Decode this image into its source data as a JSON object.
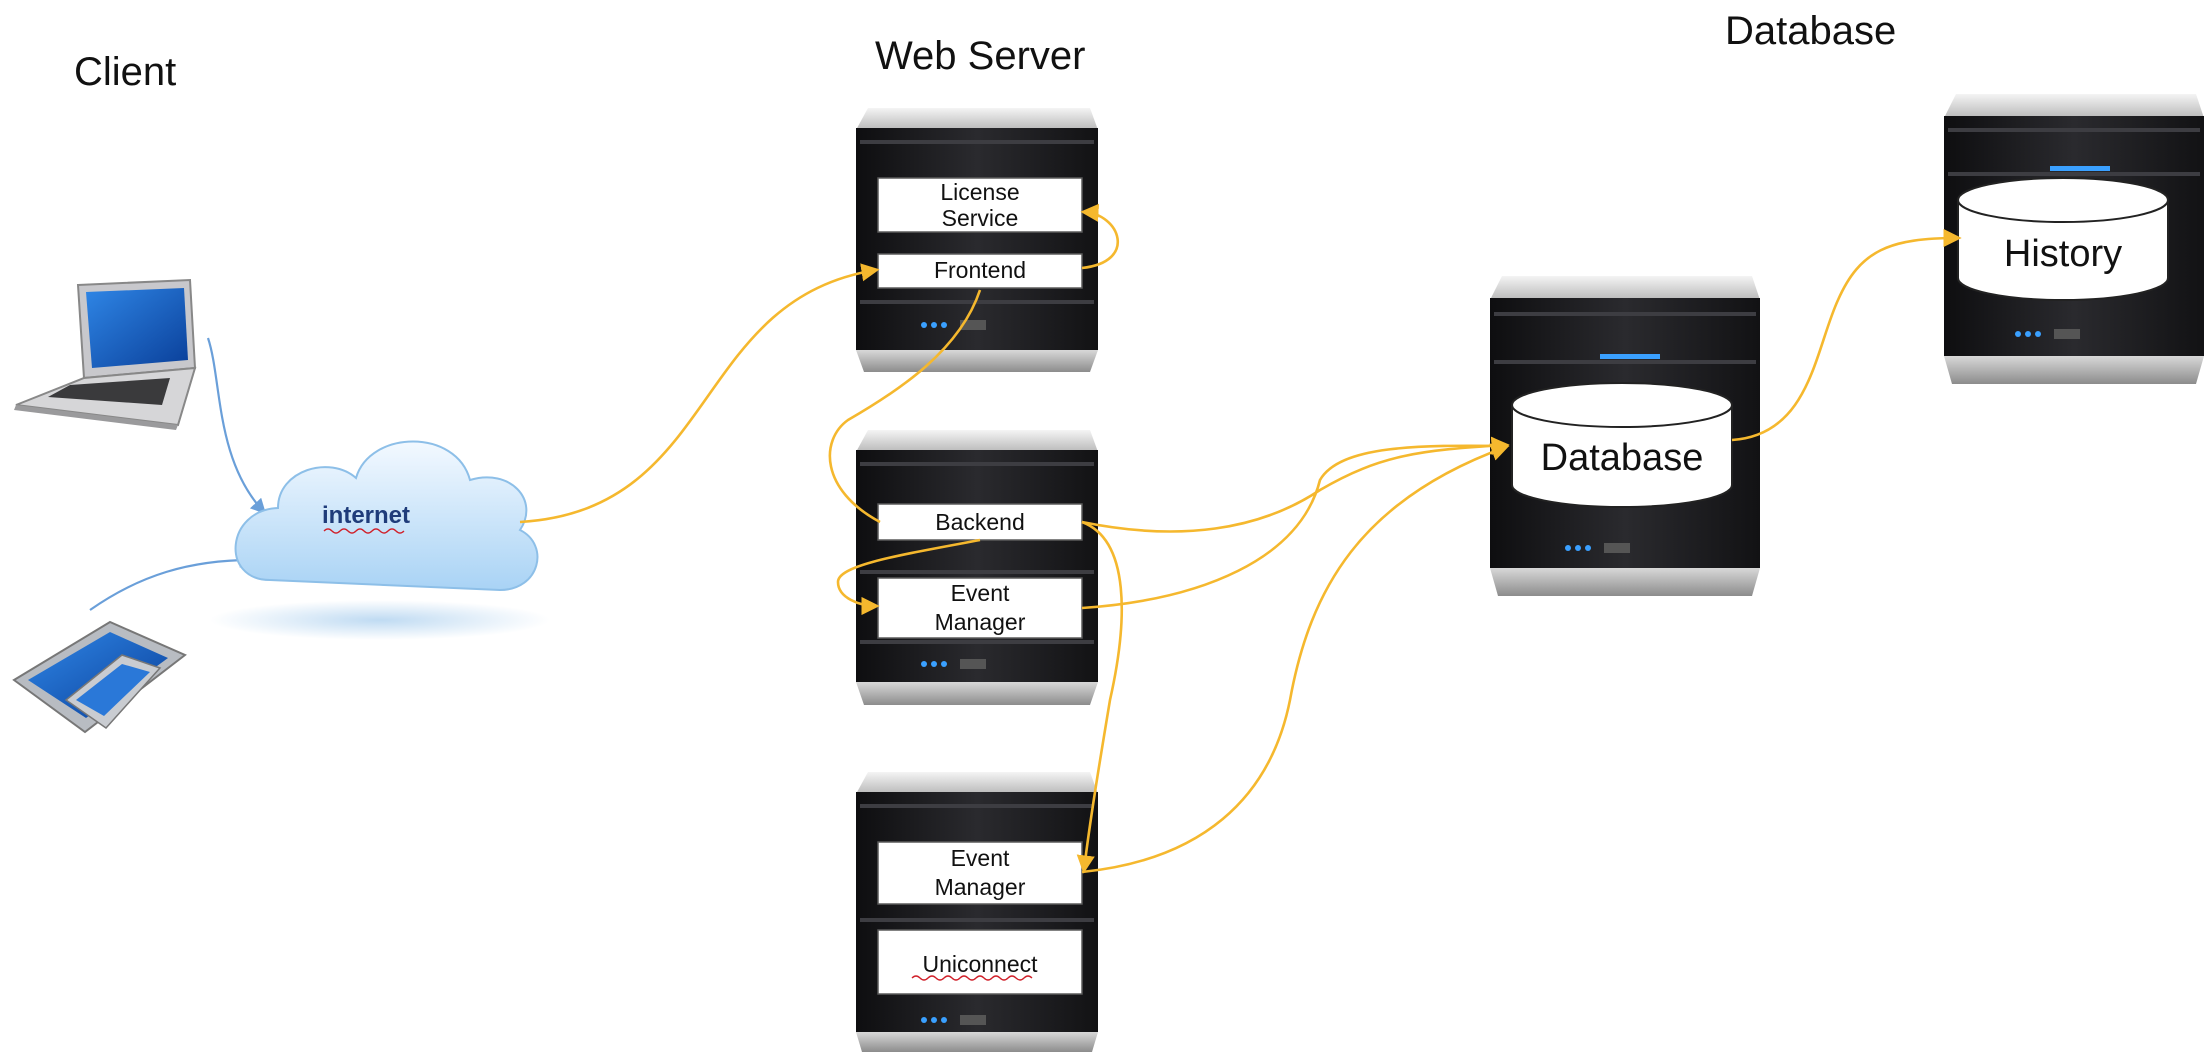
{
  "headings": {
    "client": "Client",
    "web_server": "Web Server",
    "database": "Database"
  },
  "cloud": {
    "label": "internet"
  },
  "server1": {
    "license_service_line1": "License",
    "license_service_line2": "Service",
    "frontend": "Frontend"
  },
  "server2": {
    "backend": "Backend",
    "event_manager_line1": "Event",
    "event_manager_line2": "Manager"
  },
  "server3": {
    "event_manager_line1": "Event",
    "event_manager_line2": "Manager",
    "uniconnect": "Uniconnect"
  },
  "database_server": {
    "label": "Database"
  },
  "history_server": {
    "label": "History"
  },
  "colors": {
    "connection": "#f5b82e",
    "client_link": "#6a9fd9",
    "server_body": "#1b1b1d",
    "led": "#3aa0ff",
    "cloud_text": "#1f3c7a"
  },
  "icons": [
    "laptop-icon",
    "tablet-icon",
    "cloud-icon",
    "server-icon",
    "cylinder-icon"
  ]
}
